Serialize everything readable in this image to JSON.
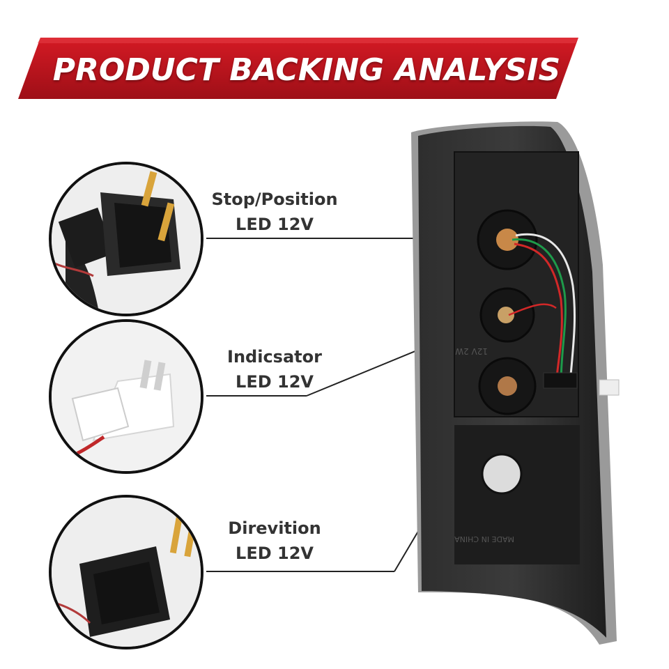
{
  "banner": {
    "title": "PRODUCT BACKING ANALYSIS",
    "color": "#b8131d"
  },
  "callouts": [
    {
      "label_line1": "Stop/Position",
      "label_line2": "LED 12V",
      "icon": "wedge-bulb-socket-icon"
    },
    {
      "label_line1": "Indicsator",
      "label_line2": "LED 12V",
      "icon": "t10-led-bulb-icon"
    },
    {
      "label_line1": "Direvition",
      "label_line2": "LED 12V",
      "icon": "wedge-bulb-socket-icon"
    }
  ],
  "product": {
    "icon": "tail-light-housing-icon",
    "stamp_voltage": "12V 2W",
    "stamp_origin": "MADE IN CHINA"
  }
}
